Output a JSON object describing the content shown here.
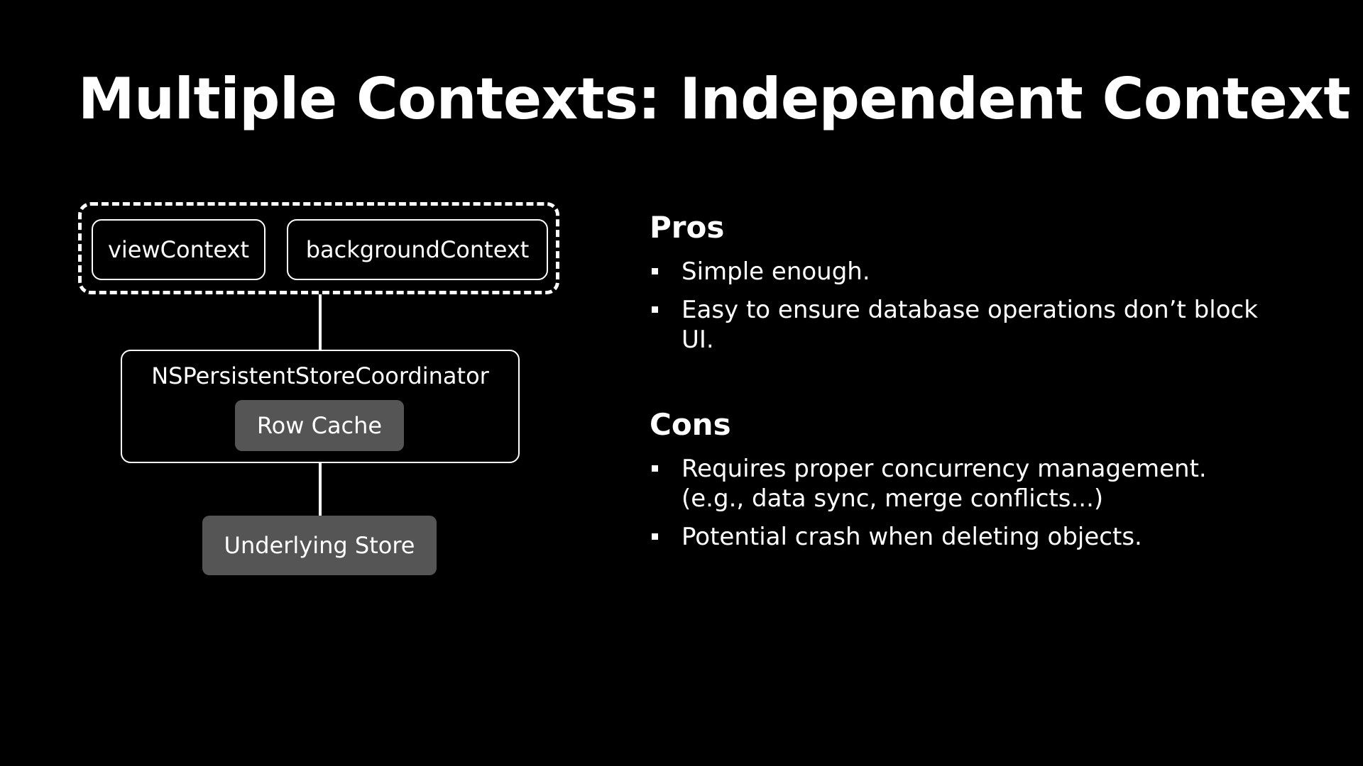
{
  "title": "Multiple Contexts: Independent Context",
  "diagram": {
    "context_group": {
      "view_context": "viewContext",
      "background_context": "backgroundContext"
    },
    "coordinator": {
      "label": "NSPersistentStoreCoordinator",
      "row_cache": "Row Cache"
    },
    "store": "Underlying Store"
  },
  "pros": {
    "heading": "Pros",
    "items": [
      "Simple enough.",
      "Easy to ensure database operations don’t block UI."
    ]
  },
  "cons": {
    "heading": "Cons",
    "items": [
      {
        "text": "Requires proper concurrency management.",
        "sub": "(e.g., data sync, merge conflicts...)"
      },
      {
        "text": "Potential crash when deleting objects.",
        "sub": ""
      }
    ]
  },
  "colors": {
    "background": "#000000",
    "foreground": "#ffffff",
    "filled_node": "#555555"
  }
}
